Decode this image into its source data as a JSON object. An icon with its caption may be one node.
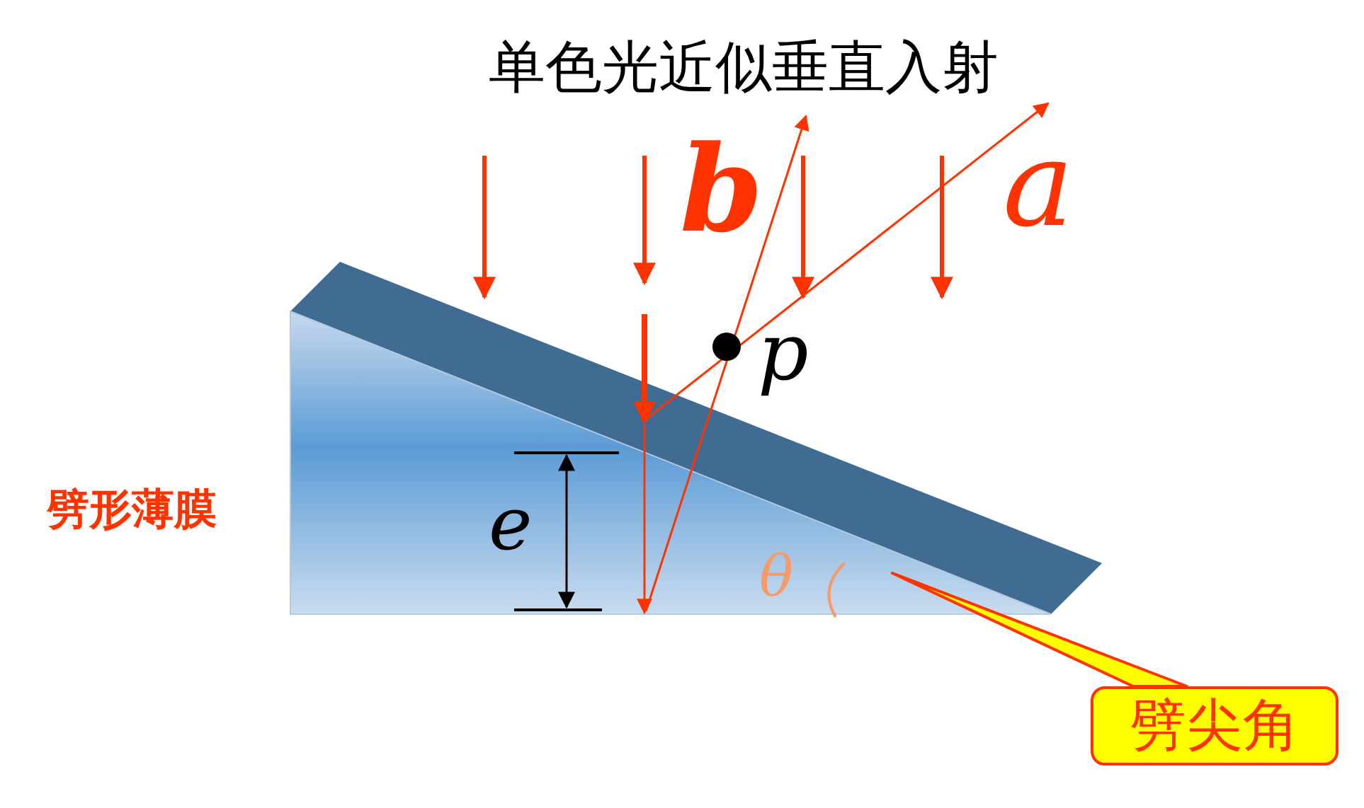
{
  "diagram": {
    "title": "单色光近似垂直入射",
    "nodes": [
      {
        "text": [
          "劈尖角"
        ]
      },
      {
        "text": [],
        "shape": "triangle"
      }
    ],
    "edges": [
      {
        "from": 0,
        "to": 1,
        "arrow": "none"
      }
    ],
    "labels": [
      "b",
      "a",
      "p",
      "劈形薄膜",
      "e",
      "θ"
    ]
  }
}
